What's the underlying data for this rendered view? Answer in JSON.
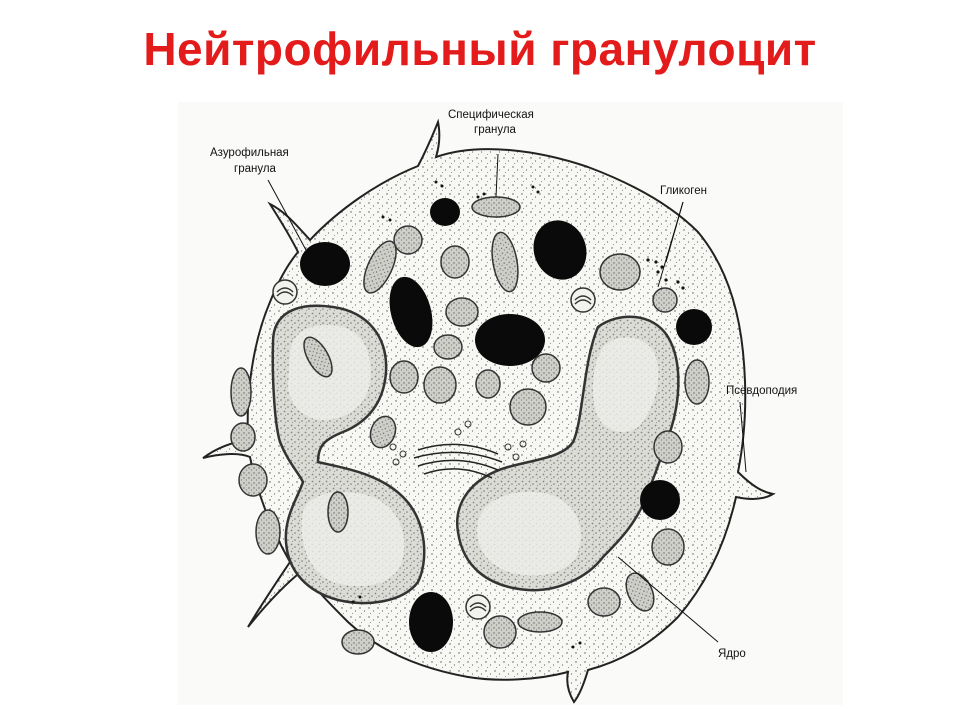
{
  "title": "Нейтрофильный гранулоцит",
  "labels": {
    "specific_granule": [
      "Специфическая",
      "гранула"
    ],
    "azurophilic_granule": [
      "Азурофильная",
      "гранула"
    ],
    "glycogen": "Гликоген",
    "pseudopodia": "Псевдоподия",
    "nucleus": "Ядро"
  }
}
